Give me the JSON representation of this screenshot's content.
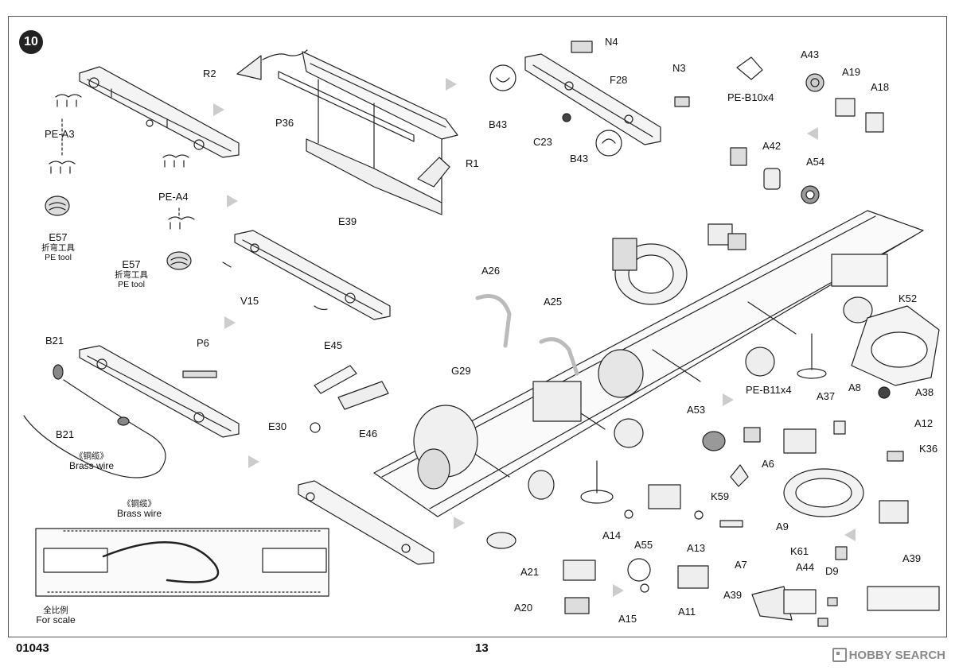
{
  "step_number": "10",
  "page_number": "13",
  "product_code": "01043",
  "watermark": {
    "brand": "HOBBY SEARCH"
  },
  "parts": {
    "R2": "R2",
    "R1": "R1",
    "P36": "P36",
    "E39": "E39",
    "N4": "N4",
    "N3": "N3",
    "F28": "F28",
    "B43_top": "B43",
    "B43_bottom": "B43",
    "C23": "C23",
    "A43": "A43",
    "A19": "A19",
    "A18": "A18",
    "PE_B10": "PE-B10x4",
    "A42": "A42",
    "A54": "A54",
    "PE_A3": "PE-A3",
    "PE_A4": "PE-A4",
    "E57_left": "E57",
    "E57_mid": "E57",
    "V15": "V15",
    "B21_top": "B21",
    "B21_bottom": "B21",
    "P6": "P6",
    "E45": "E45",
    "E46": "E46",
    "E30": "E30",
    "A26": "A26",
    "A25": "A25",
    "G29": "G29",
    "K52": "K52",
    "PE_B11": "PE-B11x4",
    "A37": "A37",
    "A8": "A8",
    "A38": "A38",
    "A12": "A12",
    "A53": "A53",
    "A6": "A6",
    "K36": "K36",
    "K59": "K59",
    "A9": "A9",
    "A7": "A7",
    "K61": "K61",
    "A14": "A14",
    "A13": "A13",
    "A55": "A55",
    "A21": "A21",
    "A20": "A20",
    "A15": "A15",
    "A11": "A11",
    "A39_left": "A39",
    "A44": "A44",
    "D9": "D9",
    "A39_right": "A39"
  },
  "notes": {
    "pe_tool_cn": "折弯工具",
    "pe_tool_en": "PE tool",
    "brass_wire_cn_1": "《铜缆》",
    "brass_wire_en_1": "Brass wire",
    "brass_wire_cn_2": "《铜缆》",
    "brass_wire_en_2": "Brass wire",
    "scale_cn": "全比例",
    "scale_en": "For scale"
  }
}
